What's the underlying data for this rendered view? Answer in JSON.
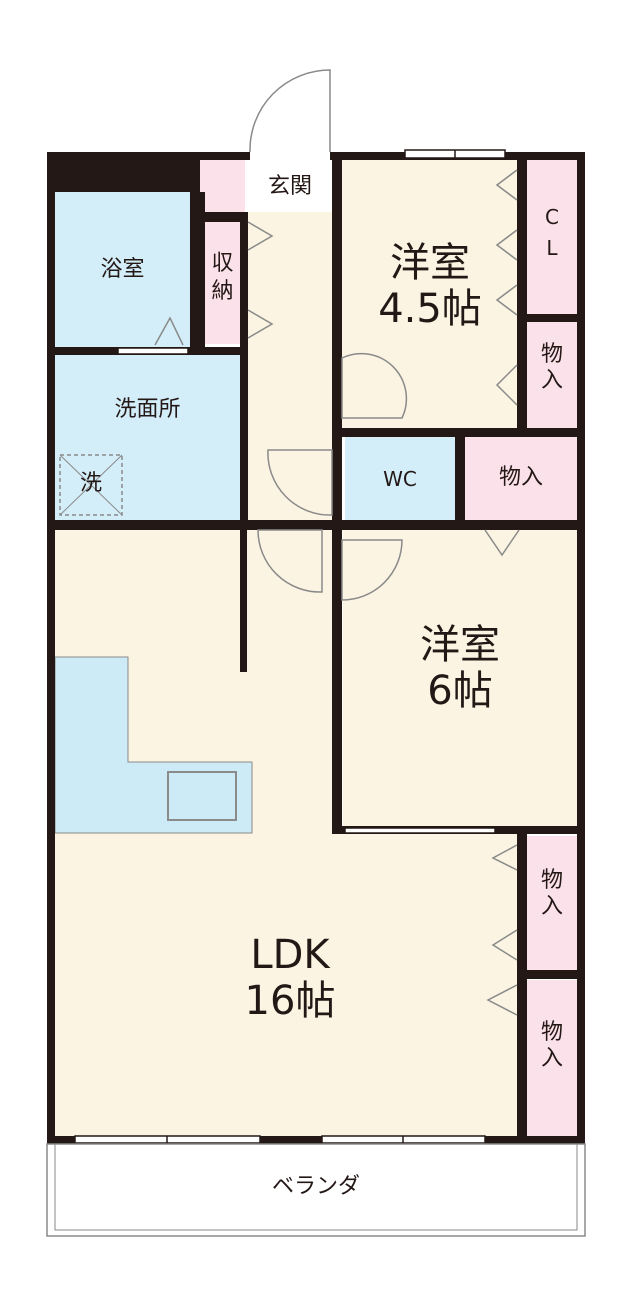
{
  "colors": {
    "wall": "#231815",
    "wood": "#fbf4e2",
    "water": "#d3eef8",
    "storage": "#fbe1ea",
    "kitchen": "#cdebf6",
    "door": "#8a8a8a",
    "window": "#ffffff"
  },
  "rooms": {
    "entrance": "玄関",
    "bath": "浴室",
    "storage_small": "収\n納",
    "washroom": "洗面所",
    "washer": "洗",
    "western1": "洋室\n4.5帖",
    "closet": "C\nL",
    "monoire1": "物\n入",
    "wc": "WC",
    "monoire2": "物入",
    "western2": "洋室\n6帖",
    "ldk": "LDK\n16帖",
    "monoire3": "物\n入",
    "monoire4": "物\n入",
    "veranda": "ベランダ"
  }
}
